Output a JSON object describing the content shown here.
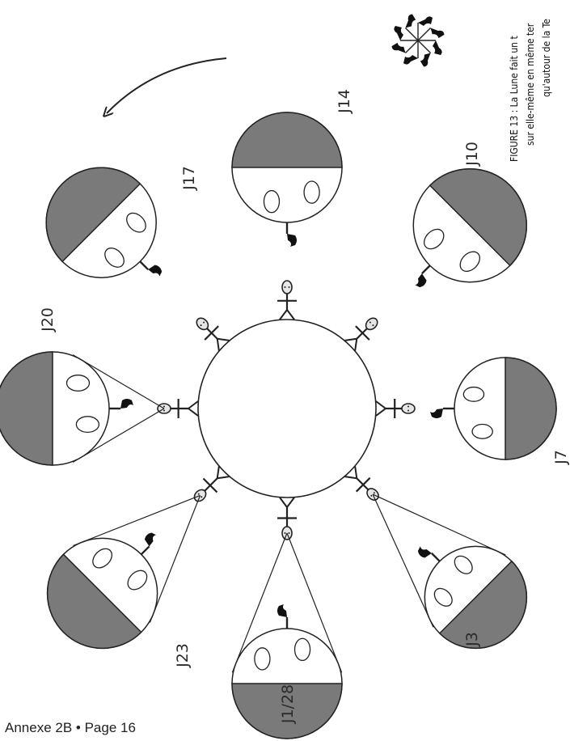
{
  "figure": {
    "caption_lines": [
      "FIGURE 13 : La Lune fait un t",
      "sur elle-même en même ter",
      "qu'autour de la Te"
    ],
    "caption_note": "fait un tour sur elle-même en même temps qu'autour de la Terre (text cropped at the page edge)",
    "rotation_direction": "counter-clockwise",
    "icons": [
      "pinwheel-flags-icon",
      "curved-arrow-icon",
      "earth-circle",
      "observer-figure-icon",
      "moon-phase-icon",
      "flag-icon"
    ],
    "colors": {
      "moon_dark": "#7a7a7a",
      "outline": "#222222",
      "background": "#ffffff"
    }
  },
  "moons": [
    {
      "label": "J1/28"
    },
    {
      "label": "J3"
    },
    {
      "label": "J7"
    },
    {
      "label": "J10"
    },
    {
      "label": "J14"
    },
    {
      "label": "J17"
    },
    {
      "label": "J20"
    },
    {
      "label": "J23"
    }
  ],
  "footer": {
    "text": "Annexe 2B • Page 16"
  }
}
